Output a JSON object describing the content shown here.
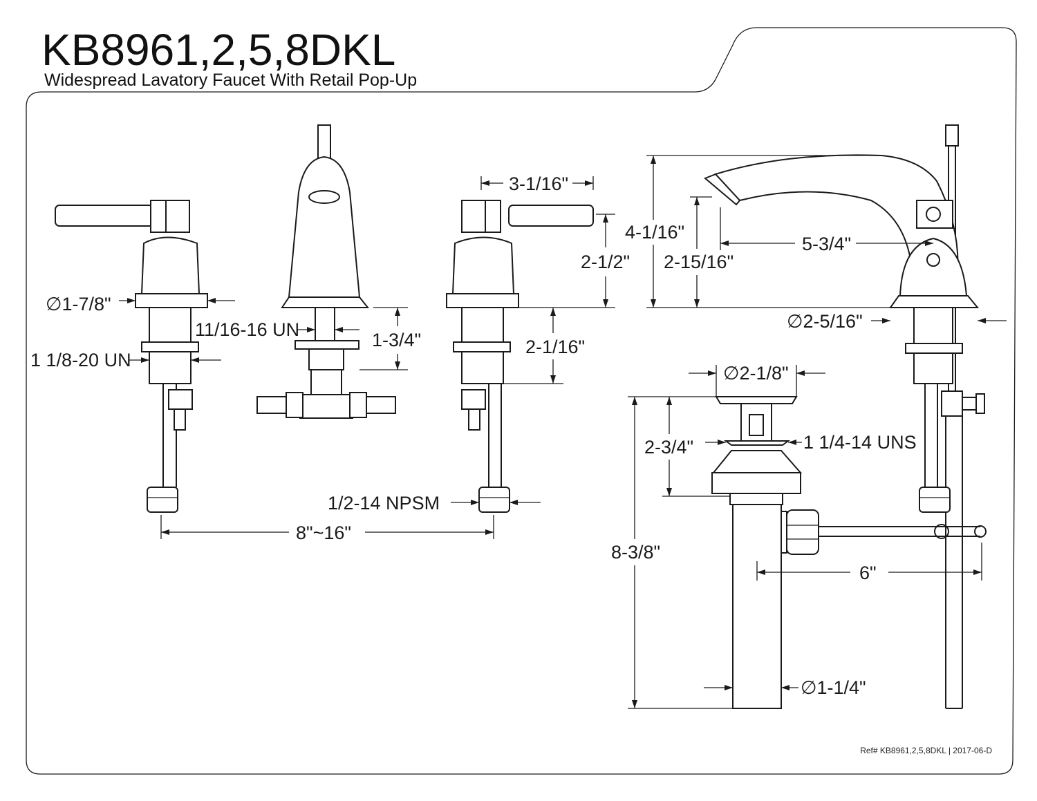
{
  "header": {
    "model": "KB8961,2,5,8DKL",
    "description": "Widespread Lavatory Faucet With Retail Pop-Up"
  },
  "dimensions": {
    "handle_flange_dia": "∅1-7/8\"",
    "handle_thread": "1 1/8-20 UN",
    "spout_thread": "11/16-16 UN",
    "spout_shank": "1-3/4\"",
    "handle_spread": "3-1/16\"",
    "handle_height": "2-1/2\"",
    "handle_shank": "2-1/16\"",
    "supply_connection": "1/2-14 NPSM",
    "center_spread": "8\"~16\"",
    "spout_height": "4-1/16\"",
    "spout_clearance": "2-15/16\"",
    "spout_reach": "5-3/4\"",
    "spout_flange_dia": "∅2-5/16\"",
    "drain_flange_dia": "∅2-1/8\"",
    "drain_thread": "1 1/4-14 UNS",
    "drain_body_height": "2-3/4\"",
    "drain_total_height": "8-3/8\"",
    "lift_rod_reach": "6\"",
    "tailpiece_dia": "∅1-1/4\""
  },
  "footer": {
    "reference": "Ref# KB8961,2,5,8DKL | 2017-06-D"
  }
}
